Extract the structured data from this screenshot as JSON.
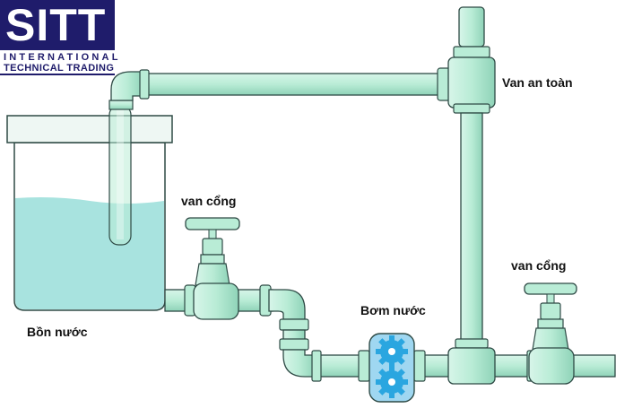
{
  "logo": {
    "mark": "SITT",
    "line1": "INTERNATIONAL",
    "line2": "TECHNICAL TRADING"
  },
  "labels": {
    "safety_valve": "Van an toàn",
    "gate_valve_1": "van cổng",
    "gate_valve_2": "van cổng",
    "pump": "Bơm nước",
    "tank": "Bồn nước"
  },
  "colors": {
    "pipe": "#b9ecd6",
    "pipe_stroke": "#2e4a45",
    "water": "#a8e3df",
    "pump": "#9fd7f1",
    "gear": "#2aa6e0",
    "logo_bg": "#1f1c6b"
  }
}
